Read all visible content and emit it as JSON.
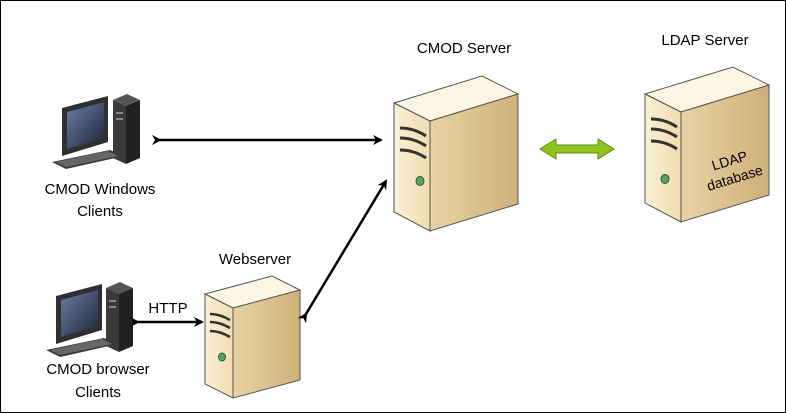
{
  "nodes": {
    "cmod_server": {
      "label": "CMOD Server"
    },
    "ldap_server": {
      "label": "LDAP Server",
      "inner_line1": "LDAP",
      "inner_line2": "database"
    },
    "windows_clients": {
      "line1": "CMOD Windows",
      "line2": "Clients"
    },
    "webserver": {
      "label": "Webserver"
    },
    "browser_clients": {
      "line1": "CMOD browser",
      "line2": "Clients"
    }
  },
  "connections": {
    "http_label": "HTTP"
  },
  "colors": {
    "server_front": "#f6e7c4",
    "server_side": "#e0c796",
    "server_top": "#fdf6e4",
    "ldap_link": "#8fc31f",
    "arrow": "#000000",
    "monitor": "#2f2f2f",
    "screen": "#3b4a66"
  }
}
